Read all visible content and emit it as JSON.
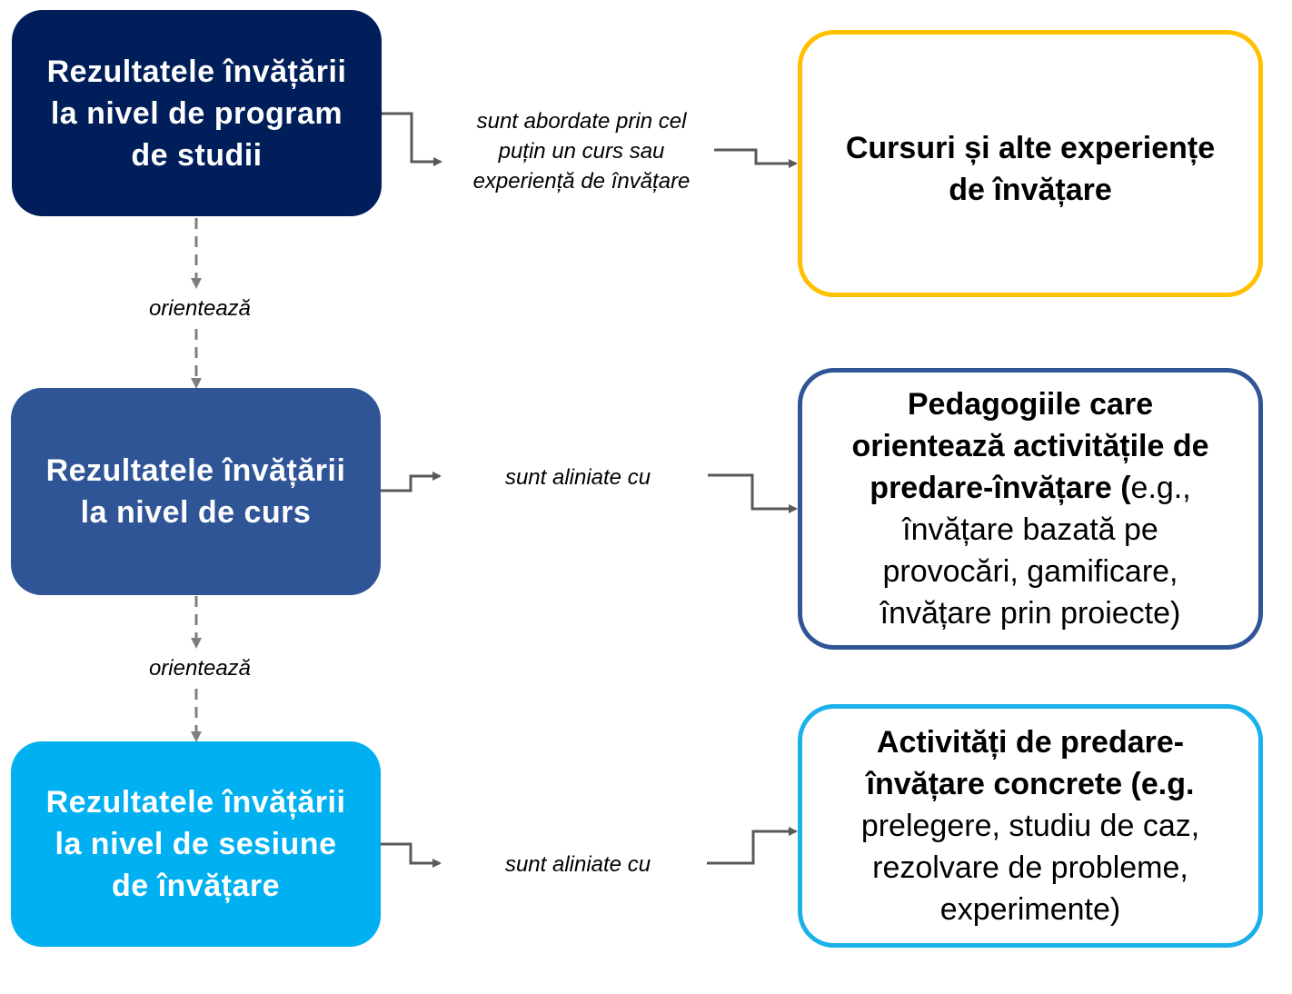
{
  "colors": {
    "program_fill": "#001e5a",
    "course_fill": "#2f5597",
    "session_fill": "#00b0f0",
    "courses_border": "#ffc000",
    "pedagogy_border": "#2f5597",
    "activities_border": "#1ab0ea",
    "connector": "#595959",
    "dashed_connector": "#7f7f7f"
  },
  "left_boxes": {
    "program": [
      "Rezultatele învățării",
      "la nivel de program",
      "de studii"
    ],
    "course": [
      "Rezultatele învățării",
      "la nivel de curs"
    ],
    "session": [
      "Rezultatele învățării",
      "la nivel de sesiune",
      "de învățare"
    ]
  },
  "right_boxes": {
    "courses": [
      "Cursuri și alte experiențe",
      "de învățare"
    ],
    "pedagogy": {
      "bold_1": "Pedagogiile care",
      "bold_2": "orientează activitățile de",
      "bold_3": "predare-învățare (",
      "normal_3": "e.g.,",
      "normal_4": "învățare bazată pe",
      "normal_5": "provocări, gamificare,",
      "normal_6": "învățare prin proiecte)"
    },
    "activities": {
      "bold_1": "Activități de predare-",
      "bold_2": "învățare concrete (e.g.",
      "normal_3": "prelegere, studiu de caz,",
      "normal_4": "rezolvare de probleme,",
      "normal_5": "experimente)"
    }
  },
  "labels": {
    "addressed": [
      "sunt abordate prin cel",
      "puțin un curs sau",
      "experiență de învățare"
    ],
    "aligned_1": "sunt aliniate cu",
    "aligned_2": "sunt aliniate cu",
    "orient_1": "orientează",
    "orient_2": "orientează"
  }
}
